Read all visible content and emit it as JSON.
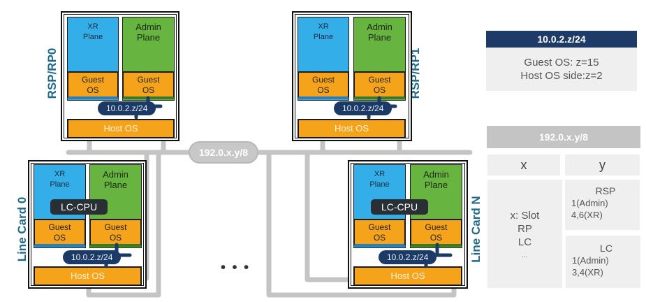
{
  "diagram": {
    "bus": {
      "label": "192.0.x.y/8",
      "color": "#c4c4c4"
    },
    "ellipsis": "• • •",
    "cards": {
      "rsp0": {
        "name": "RSP/RP0",
        "xr_plane": [
          "XR",
          "Plane"
        ],
        "admin_plane": [
          "Admin",
          "Plane"
        ],
        "guest_os": [
          "Guest",
          "OS"
        ],
        "host_os": "Host OS",
        "internal_net": "10.0.2.z/24"
      },
      "rsp1": {
        "name": "RSP/RP1",
        "xr_plane": [
          "XR",
          "Plane"
        ],
        "admin_plane": [
          "Admin",
          "Plane"
        ],
        "guest_os": [
          "Guest",
          "OS"
        ],
        "host_os": "Host OS",
        "internal_net": "10.0.2.z/24"
      },
      "lc0": {
        "name": "Line Card 0",
        "xr_plane": [
          "XR",
          "Plane"
        ],
        "admin_plane": [
          "Admin",
          "Plane"
        ],
        "cpu": "LC-CPU",
        "guest_os": [
          "Guest",
          "OS"
        ],
        "host_os": "Host OS",
        "internal_net": "10.0.2.z/24"
      },
      "lcn": {
        "name": "Line Card N",
        "xr_plane": [
          "XR",
          "Plane"
        ],
        "admin_plane": [
          "Admin",
          "Plane"
        ],
        "cpu": "LC-CPU",
        "guest_os": [
          "Guest",
          "OS"
        ],
        "host_os": "Host OS",
        "internal_net": "10.0.2.z/24"
      }
    },
    "colors": {
      "xr_plane": "#33aee8",
      "admin_plane": "#68b440",
      "os_box": "#f6a31c",
      "internal_net": "#1c3a66",
      "card_label": "#1f6a8a",
      "lc_cpu": "#2a2f36"
    }
  },
  "legend_internal": {
    "title": "10.0.2.z/24",
    "lines": [
      "Guest OS: z=15",
      "Host OS side:z=2"
    ]
  },
  "legend_external": {
    "title": "192.0.x.y/8",
    "col_headers": [
      "x",
      "y"
    ],
    "x_desc": [
      "x: Slot",
      "RP",
      "LC",
      "..."
    ],
    "y_rsp": {
      "title": "RSP",
      "lines": [
        "1(Admin)",
        "4,6(XR)"
      ]
    },
    "y_lc": {
      "title": "LC",
      "lines": [
        "1(Admin)",
        "3,4(XR)"
      ]
    }
  }
}
